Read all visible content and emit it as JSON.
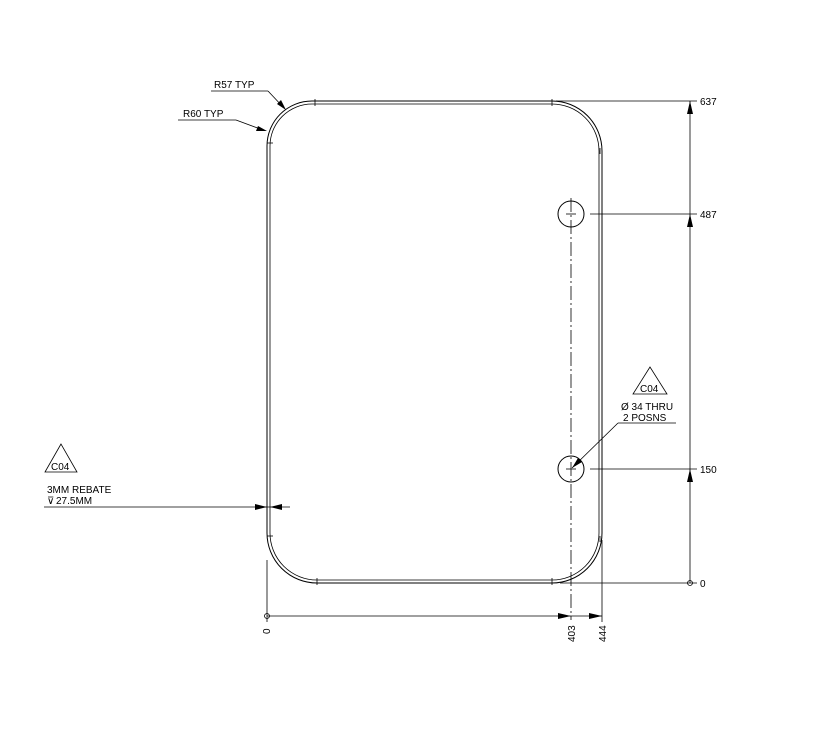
{
  "callouts": {
    "corner_r57": "R57 TYP",
    "corner_r60": "R60 TYP",
    "hole_tag": "C04",
    "hole_note_line1": "Ø 34 THRU",
    "hole_note_line2": "2 POSNS",
    "rebate_tag": "C04",
    "rebate_note_line1": "3MM REBATE",
    "rebate_note_line2": "27.5MM",
    "depth_symbol": "⊽"
  },
  "vertical_dims": {
    "top": "637",
    "upper_hole": "487",
    "lower_hole": "150",
    "bottom": "0"
  },
  "horizontal_dims": {
    "left": "0",
    "hole_x": "403",
    "right": "444"
  }
}
